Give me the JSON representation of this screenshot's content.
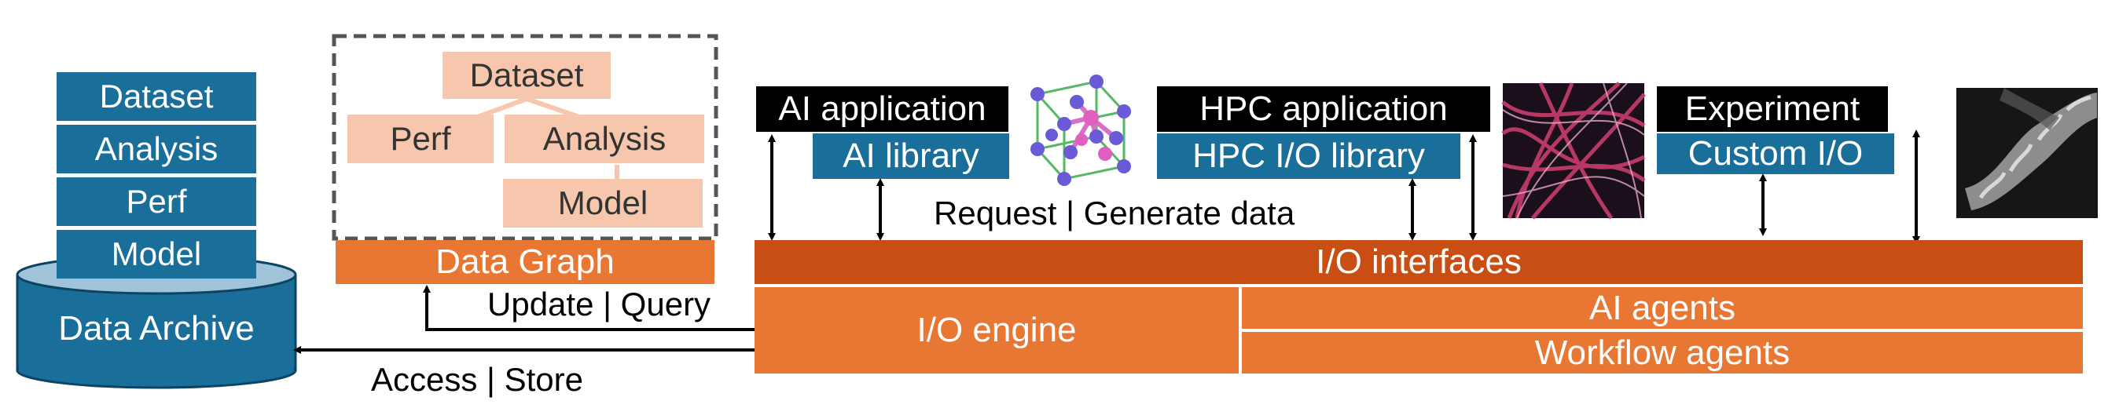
{
  "archive": {
    "stack": [
      "Dataset",
      "Analysis",
      "Perf",
      "Model"
    ],
    "label": "Data Archive"
  },
  "graph": {
    "nodes": {
      "dataset": "Dataset",
      "perf": "Perf",
      "analysis": "Analysis",
      "model": "Model"
    },
    "label": "Data Graph"
  },
  "apps": {
    "ai_app": "AI application",
    "ai_lib": "AI library",
    "hpc_app": "HPC application",
    "hpc_lib": "HPC I/O library",
    "experiment": "Experiment",
    "custom_io": "Custom I/O"
  },
  "labels": {
    "request": "Request | Generate data",
    "update_query": "Update | Query",
    "access_store": "Access | Store"
  },
  "engine": {
    "io_interfaces": "I/O interfaces",
    "io_engine": "I/O engine",
    "ai_agents": "AI agents",
    "workflow_agents": "Workflow agents"
  },
  "colors": {
    "blue": "#1a6e9a",
    "orange": "#e87733",
    "dark_orange": "#c84e14",
    "peach": "#f6c7ad",
    "black": "#000000"
  }
}
